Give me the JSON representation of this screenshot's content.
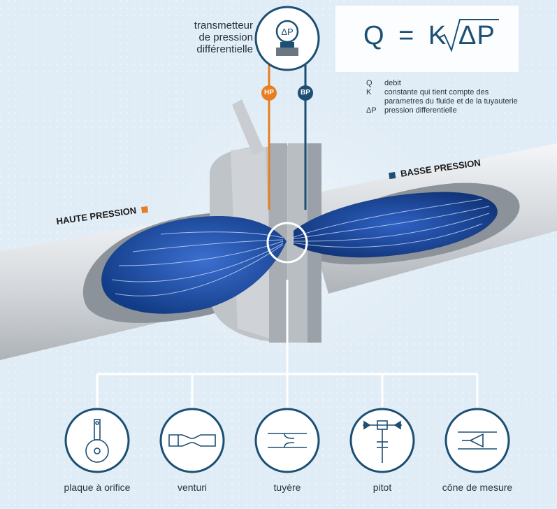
{
  "transmitter": {
    "line1": "transmetteur",
    "line2": "de pression",
    "line3": "différentielle",
    "icon": "delta-p-gauge-icon",
    "gauge_text": "ΔP"
  },
  "formula": {
    "lhs": "Q",
    "eq": "=",
    "k": "K",
    "radicand": "ΔP"
  },
  "legend": [
    {
      "sym": "Q",
      "text": "debit"
    },
    {
      "sym": "K",
      "text": "constante qui tient compte des"
    },
    {
      "sym": "",
      "text": "parametres du fluide et de la tuyauterie"
    },
    {
      "sym": "ΔP",
      "text": "pression differentielle"
    }
  ],
  "taps": {
    "hp": "HP",
    "bp": "BP"
  },
  "labels": {
    "haute": "HAUTE PRESSION",
    "basse": "BASSE PRESSION"
  },
  "colors": {
    "hp": "#e67e22",
    "bp": "#1c4f73",
    "flow": "#2a5aa8",
    "line": "#ffffff",
    "text": "#1c2b3a"
  },
  "devices": [
    {
      "name": "plaque à orifice",
      "icon": "orifice-plate-icon"
    },
    {
      "name": "venturi",
      "icon": "venturi-icon"
    },
    {
      "name": "tuyère",
      "icon": "nozzle-icon"
    },
    {
      "name": "pitot",
      "icon": "pitot-icon"
    },
    {
      "name": "cône de mesure",
      "icon": "cone-meter-icon"
    }
  ]
}
